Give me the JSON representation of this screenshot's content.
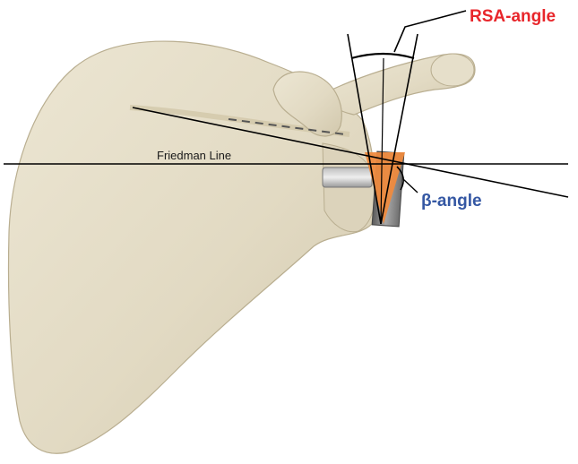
{
  "labels": {
    "rsa_angle": "RSA-angle",
    "beta_angle": "β-angle",
    "friedman_line": "Friedman Line"
  },
  "colors": {
    "rsa_label": "#e8262b",
    "beta_label": "#3457a3",
    "bone": "#e4ddc8",
    "bone_shadow": "#c9bfa3",
    "angle_fill": "#ee8a3e",
    "implant": "#8a8a8a",
    "line": "#000000"
  }
}
